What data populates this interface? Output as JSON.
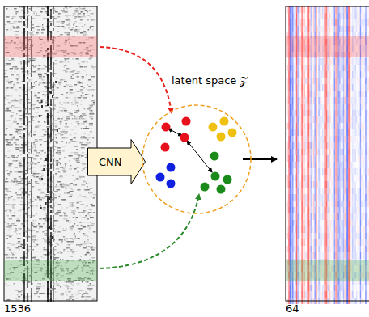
{
  "diagram": {
    "nodes": [
      {
        "text": [
          "CNN"
        ]
      },
      {
        "text": [
          "latent space 𝒵"
        ]
      }
    ],
    "labels": [
      "1536",
      "64"
    ]
  }
}
